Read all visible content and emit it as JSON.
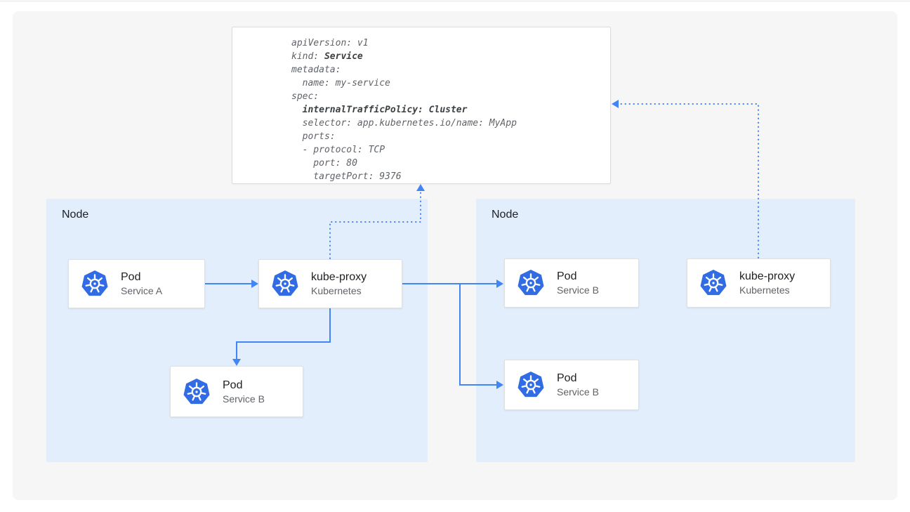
{
  "colors": {
    "arrow": "#4285f4",
    "node_bg": "#e2eefc",
    "k8s_blue": "#326ce5",
    "panel_bg": "#f6f6f7",
    "code_text": "#5f6368",
    "card_border": "#e0e0e0",
    "title_text": "#202124",
    "subtitle_text": "#5f6368"
  },
  "code": {
    "lines": [
      [
        {
          "t": "apiVersion: v1"
        }
      ],
      [
        {
          "t": "kind: "
        },
        {
          "t": "Service",
          "b": true
        }
      ],
      [
        {
          "t": "metadata:"
        }
      ],
      [
        {
          "t": "  name: my-service"
        }
      ],
      [
        {
          "t": "spec:"
        }
      ],
      [
        {
          "t": "  "
        },
        {
          "t": "internalTrafficPolicy: Cluster",
          "b": true
        }
      ],
      [
        {
          "t": "  selector: app.kubernetes.io/name: MyApp"
        }
      ],
      [
        {
          "t": "  ports:"
        }
      ],
      [
        {
          "t": "  - protocol: TCP"
        }
      ],
      [
        {
          "t": "    port: 80"
        }
      ],
      [
        {
          "t": "    targetPort: 9376"
        }
      ]
    ]
  },
  "nodes": [
    {
      "label": "Node",
      "cards": [
        {
          "title": "Pod",
          "subtitle": "Service A",
          "icon": "kubernetes-icon"
        },
        {
          "title": "kube-proxy",
          "subtitle": "Kubernetes",
          "icon": "kubernetes-icon"
        },
        {
          "title": "Pod",
          "subtitle": "Service B",
          "icon": "kubernetes-icon"
        }
      ]
    },
    {
      "label": "Node",
      "cards": [
        {
          "title": "Pod",
          "subtitle": "Service B",
          "icon": "kubernetes-icon"
        },
        {
          "title": "Pod",
          "subtitle": "Service B",
          "icon": "kubernetes-icon"
        }
      ]
    }
  ],
  "external": {
    "kube_proxy": {
      "title": "kube-proxy",
      "subtitle": "Kubernetes",
      "icon": "kubernetes-icon"
    }
  }
}
